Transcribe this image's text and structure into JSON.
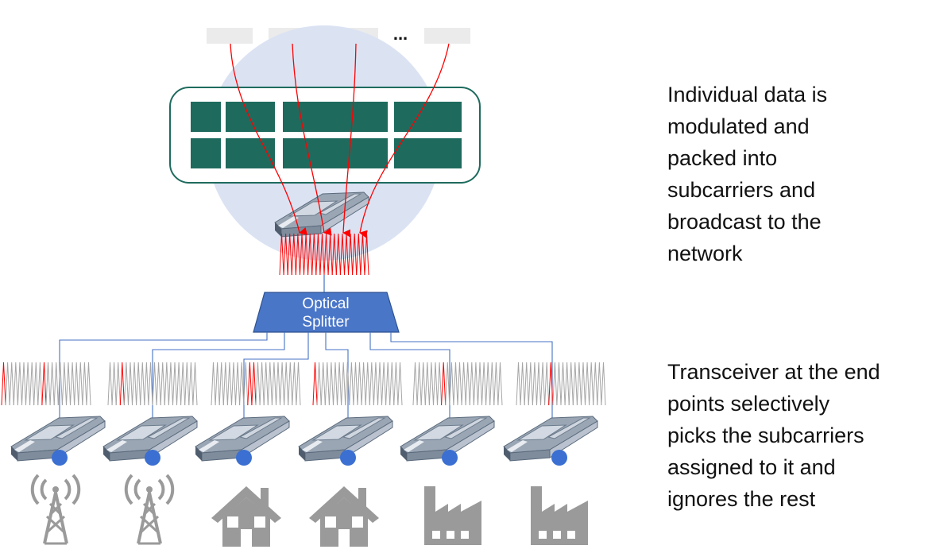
{
  "labels": {
    "ellipsis": "...",
    "splitter_line1": "Optical",
    "splitter_line2": "Splitter"
  },
  "captions": {
    "top": "Individual data is\nmodulated and\npacked into\nsubcarriers and\nbroadcast to the\nnetwork",
    "bottom": "Transceiver at the end\npoints selectively\npicks the subcarriers\nassigned to it and\nignores the rest"
  },
  "colors": {
    "bubble": "#dbe3f3",
    "processor": "#1e6b5e",
    "splitter": "#4a76c8",
    "fiber": "#4472c4",
    "signal": "#ff0000",
    "endpoint_icon": "#9a9a9a",
    "endpoint_dot": "#3b6fd1"
  },
  "endpoints": [
    {
      "type": "tower-icon",
      "selected_subcarriers": [
        0,
        10
      ]
    },
    {
      "type": "tower-icon",
      "selected_subcarriers": [
        3
      ]
    },
    {
      "type": "house-icon",
      "selected_subcarriers": [
        9,
        10
      ]
    },
    {
      "type": "house-icon",
      "selected_subcarriers": [
        0
      ]
    },
    {
      "type": "factory-icon",
      "selected_subcarriers": [
        7
      ]
    },
    {
      "type": "factory-icon",
      "selected_subcarriers": [
        8
      ]
    }
  ]
}
